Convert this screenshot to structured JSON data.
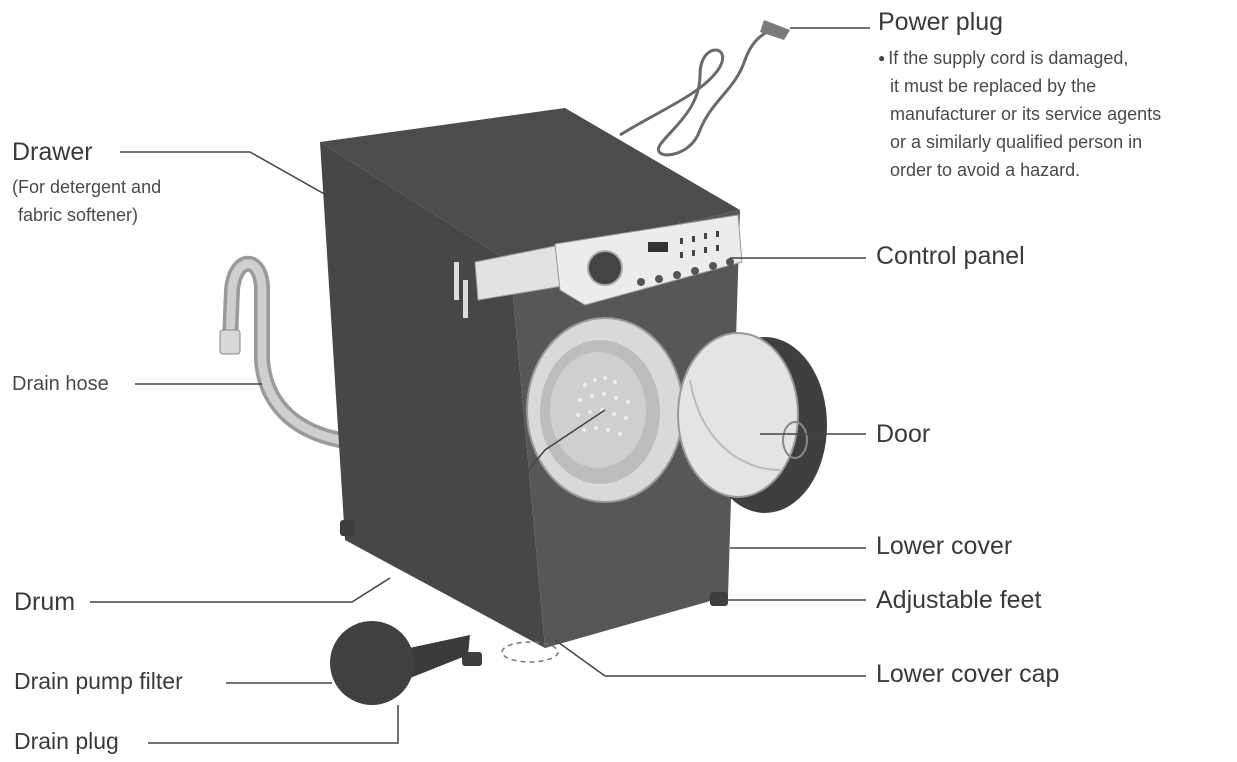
{
  "labels": {
    "power_plug": "Power plug",
    "power_plug_note": [
      "If the supply cord is damaged,",
      "it must be replaced by the",
      "manufacturer or its service agents",
      "or a similarly qualified person in",
      "order to avoid a hazard."
    ],
    "drawer": "Drawer",
    "drawer_note_1": "(For detergent and",
    "drawer_note_2": "fabric softener)",
    "control_panel": "Control panel",
    "drain_hose": "Drain hose",
    "door": "Door",
    "lower_cover": "Lower cover",
    "drum": "Drum",
    "adjustable_feet": "Adjustable feet",
    "drain_pump_filter": "Drain pump filter",
    "lower_cover_cap": "Lower cover cap",
    "drain_plug": "Drain plug"
  },
  "colors": {
    "machine_body": "#555555",
    "machine_dark": "#454545",
    "machine_top": "#4a4a4a",
    "panel": "#e6e6e6",
    "leader_line": "#444444",
    "text": "#3a3a3a"
  }
}
